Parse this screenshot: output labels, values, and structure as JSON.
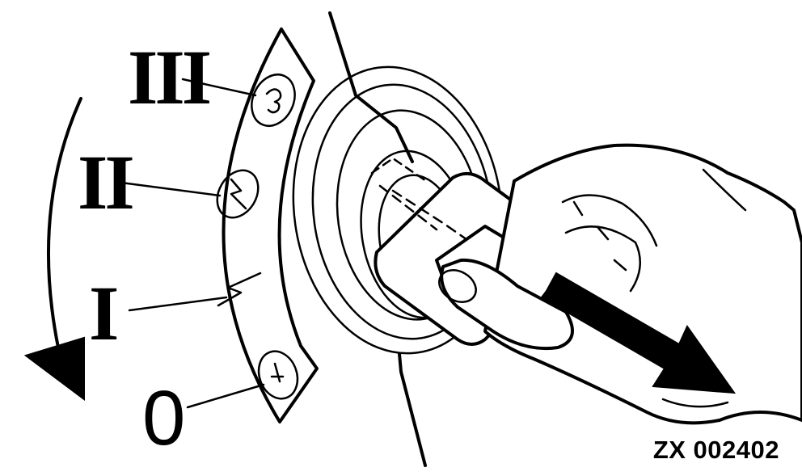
{
  "positions": {
    "pos_3": "III",
    "pos_2": "II",
    "pos_1": "I",
    "pos_0": "0"
  },
  "reference_code": "ZX 002402",
  "colors": {
    "ink": "#000000",
    "paper": "#ffffff"
  },
  "icons": {
    "pos_3": "glow-plug-bulb-icon",
    "pos_2": "start-bolt-bulb-icon",
    "pos_1": "lightning-bolt-icon",
    "pos_0": "key-bulb-icon"
  }
}
